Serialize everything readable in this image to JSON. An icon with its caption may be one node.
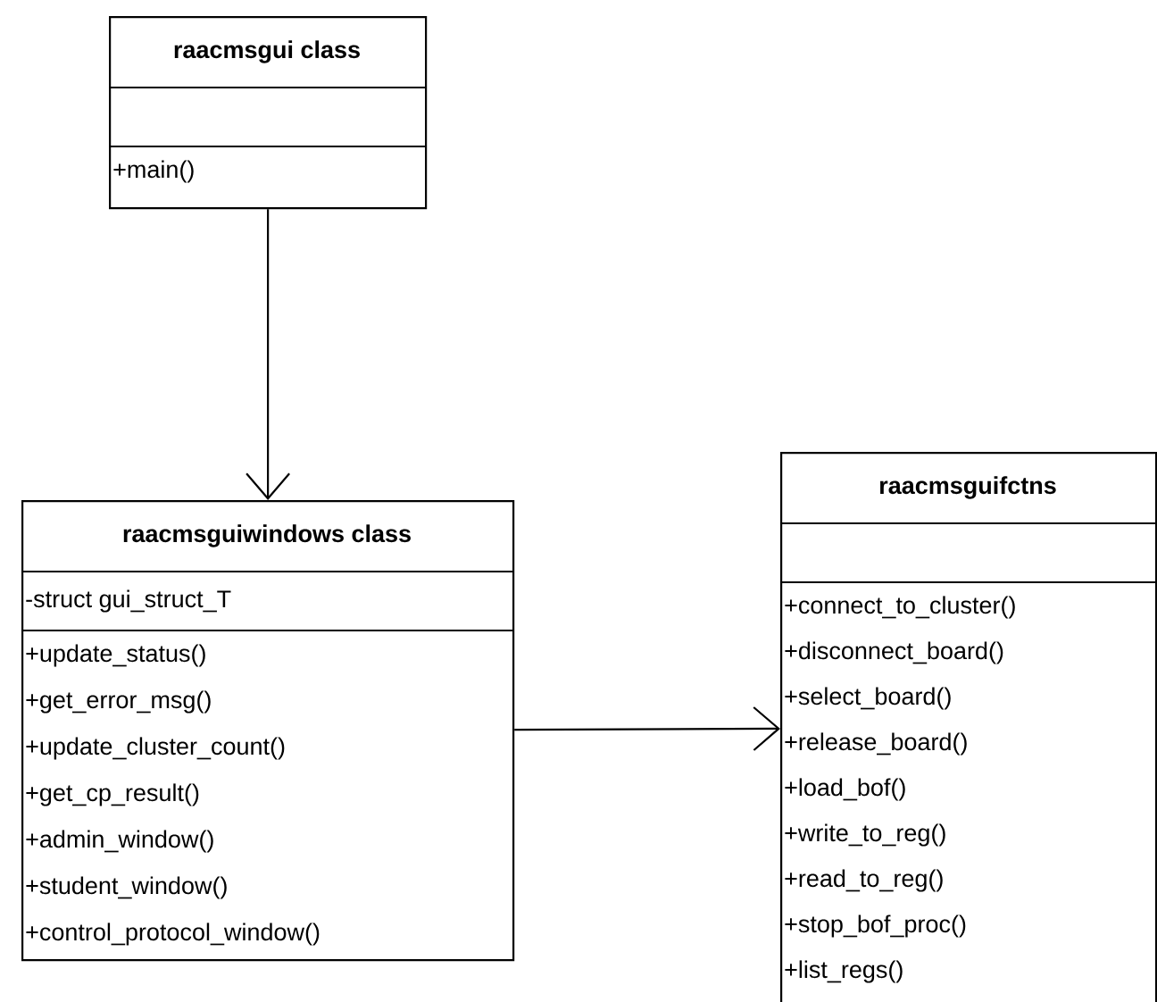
{
  "diagram": {
    "nodes": [
      {
        "text": [
          "raacmsgui class",
          "+main()"
        ]
      },
      {
        "text": [
          "raacmsguiwindows class",
          "-struct gui_struct_T",
          "+update_status()",
          "+get_error_msg()",
          "+update_cluster_count()",
          "+get_cp_result()",
          "+admin_window()",
          "+student_window()",
          "+control_protocol_window()"
        ]
      },
      {
        "text": [
          "raacmsguifctns",
          "+connect_to_cluster()",
          "+disconnect_board()",
          "+select_board()",
          "+release_board()",
          "+load_bof()",
          "+write_to_reg()",
          "+read_to_reg()",
          "+stop_bof_proc()",
          "+list_regs()"
        ]
      }
    ],
    "edges": [
      {
        "from": 0,
        "to": 1,
        "arrow": "to"
      },
      {
        "from": 1,
        "to": 2,
        "arrow": "to"
      }
    ]
  }
}
